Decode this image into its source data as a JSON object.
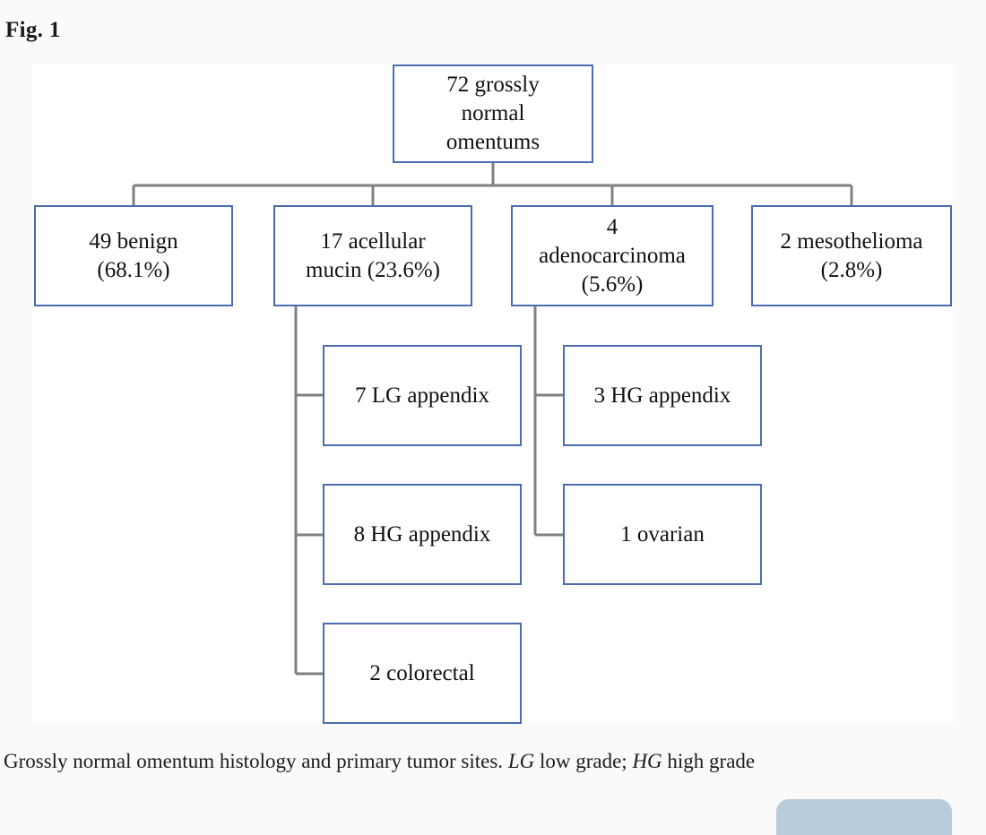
{
  "figure": {
    "label": "Fig. 1",
    "caption_main": "Grossly normal omentum histology and primary tumor sites.",
    "caption_abbr_1": "LG",
    "caption_abbr_1_def": "low grade;",
    "caption_abbr_2": "HG",
    "caption_abbr_2_def": "high grade"
  },
  "colors": {
    "box_border": "#4a6cb0",
    "box_fill": "#ffffff",
    "connector": "#808080",
    "panel_bg": "#ffffff",
    "page_bg": "#fafafa",
    "chip": "#b9ccdb",
    "text": "#111111"
  },
  "chart_data": {
    "type": "diagram",
    "title": "Grossly normal omentum histology and primary tumor sites",
    "root": {
      "id": "root",
      "label": "72 grossly\nnormal\nomentums",
      "count": 72
    },
    "level1": [
      {
        "id": "benign",
        "label": "49 benign\n(68.1%)",
        "count": 49,
        "percent": 68.1
      },
      {
        "id": "mucin",
        "label": "17 acellular\nmucin (23.6%)",
        "count": 17,
        "percent": 23.6
      },
      {
        "id": "adeno",
        "label": "4\nadenocarcinoma\n(5.6%)",
        "count": 4,
        "percent": 5.6
      },
      {
        "id": "meso",
        "label": "2 mesothelioma\n(2.8%)",
        "count": 2,
        "percent": 2.8
      }
    ],
    "mucin_children": [
      {
        "id": "lg-appendix",
        "label": "7 LG appendix",
        "count": 7
      },
      {
        "id": "hg-appendix8",
        "label": "8 HG appendix",
        "count": 8
      },
      {
        "id": "colorectal",
        "label": "2 colorectal",
        "count": 2
      }
    ],
    "adeno_children": [
      {
        "id": "hg-appendix3",
        "label": "3 HG appendix",
        "count": 3
      },
      {
        "id": "ovarian",
        "label": "1 ovarian",
        "count": 1
      }
    ]
  }
}
